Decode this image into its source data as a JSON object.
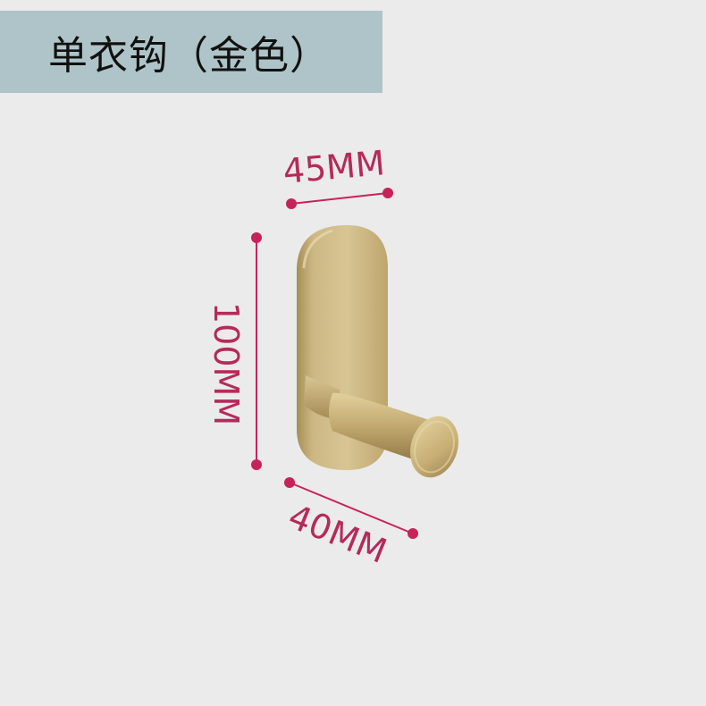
{
  "header": {
    "title": "单衣钩（金色）"
  },
  "dimensions": {
    "width_top": "45MM",
    "height": "100MM",
    "width_bottom": "40MM"
  },
  "colors": {
    "banner": "#aec4c8",
    "dimension": "#c8225a",
    "hook_gold": "#c9b27a",
    "background": "#ebebeb"
  }
}
